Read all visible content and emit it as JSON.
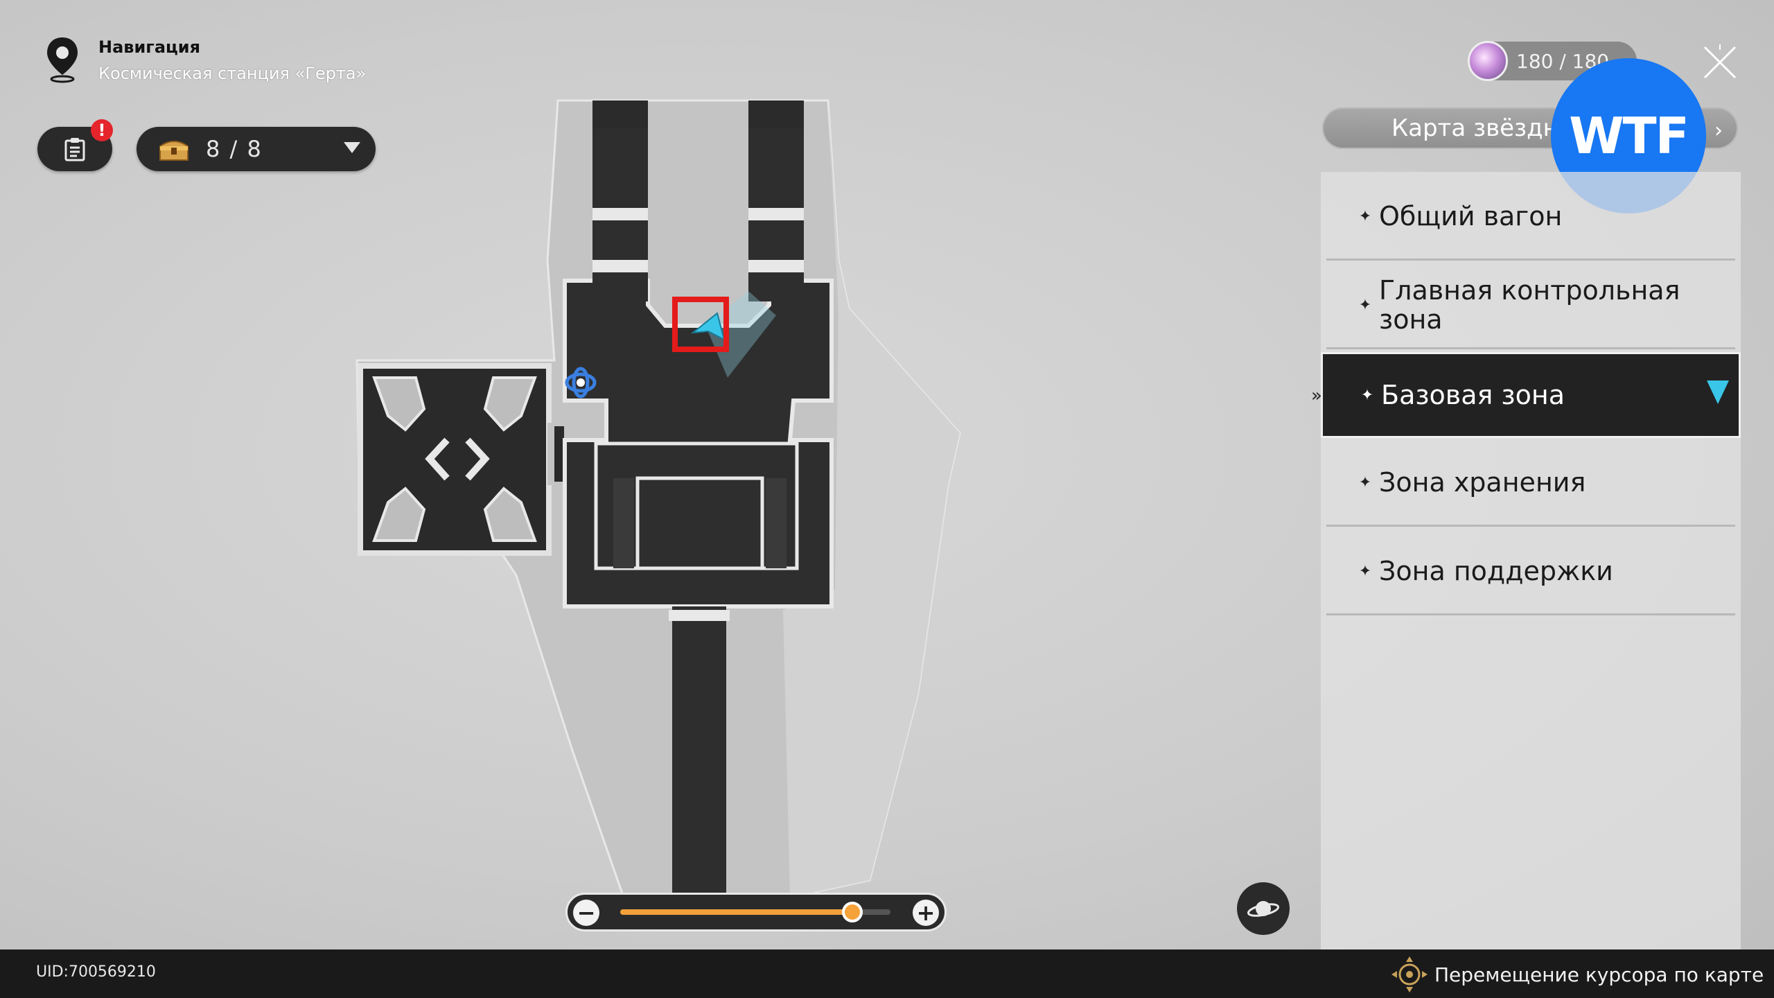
{
  "header": {
    "title": "Навигация",
    "location": "Космическая станция «Герта»"
  },
  "quest_button": {
    "alert": "!"
  },
  "chest": {
    "count": "8 / 8"
  },
  "stamina": {
    "value": "180 / 180"
  },
  "star_map": {
    "label": "Карта звёздн",
    "chevron": "›"
  },
  "badge": {
    "text": "WTF",
    "color": "#1877f2"
  },
  "floors": [
    {
      "name": "Общий вагон",
      "active": false
    },
    {
      "name": "Главная контрольная зона",
      "active": false
    },
    {
      "name": "Базовая зона",
      "active": true
    },
    {
      "name": "Зона хранения",
      "active": false
    },
    {
      "name": "Зона поддержки",
      "active": false
    }
  ],
  "zoom": {
    "minus": "−",
    "plus": "+",
    "level": 0.86,
    "accent": "#f2a03a"
  },
  "footer": {
    "uid": "UID:700569210",
    "hint": "Перемещение курсора по карте"
  },
  "colors": {
    "player_marker": "#39c6e8",
    "highlight": "#e41b1b"
  }
}
